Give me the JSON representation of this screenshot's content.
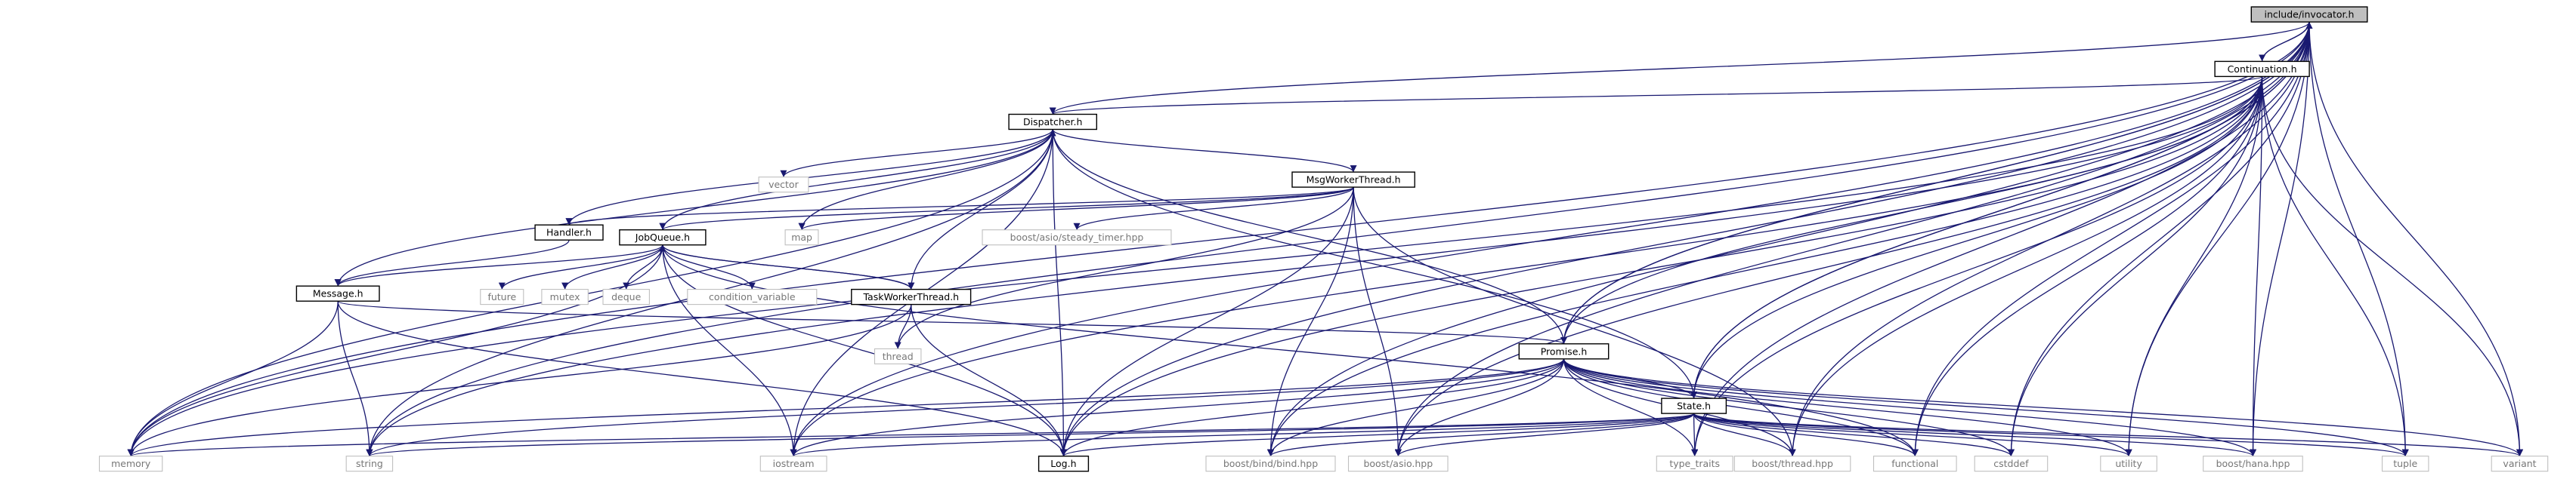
{
  "graph": {
    "focus": "include/invocator.h",
    "nodes": [
      {
        "id": "invocator",
        "label": "include/invocator.h",
        "kind": "focus"
      },
      {
        "id": "continuation",
        "label": "Continuation.h",
        "kind": "project"
      },
      {
        "id": "dispatcher",
        "label": "Dispatcher.h",
        "kind": "project"
      },
      {
        "id": "msgworker",
        "label": "MsgWorkerThread.h",
        "kind": "project"
      },
      {
        "id": "handler",
        "label": "Handler.h",
        "kind": "project"
      },
      {
        "id": "jobqueue",
        "label": "JobQueue.h",
        "kind": "project"
      },
      {
        "id": "message",
        "label": "Message.h",
        "kind": "project"
      },
      {
        "id": "taskworker",
        "label": "TaskWorkerThread.h",
        "kind": "project"
      },
      {
        "id": "promise",
        "label": "Promise.h",
        "kind": "project"
      },
      {
        "id": "state",
        "label": "State.h",
        "kind": "project"
      },
      {
        "id": "log",
        "label": "Log.h",
        "kind": "project"
      },
      {
        "id": "vector",
        "label": "vector",
        "kind": "system"
      },
      {
        "id": "map",
        "label": "map",
        "kind": "system"
      },
      {
        "id": "steadytimer",
        "label": "boost/asio/steady_timer.hpp",
        "kind": "system"
      },
      {
        "id": "future",
        "label": "future",
        "kind": "system"
      },
      {
        "id": "mutex",
        "label": "mutex",
        "kind": "system"
      },
      {
        "id": "deque",
        "label": "deque",
        "kind": "system"
      },
      {
        "id": "condvar",
        "label": "condition_variable",
        "kind": "system"
      },
      {
        "id": "thread",
        "label": "thread",
        "kind": "system"
      },
      {
        "id": "memory",
        "label": "memory",
        "kind": "system"
      },
      {
        "id": "string",
        "label": "string",
        "kind": "system"
      },
      {
        "id": "iostream",
        "label": "iostream",
        "kind": "system"
      },
      {
        "id": "bind",
        "label": "boost/bind/bind.hpp",
        "kind": "system"
      },
      {
        "id": "asio",
        "label": "boost/asio.hpp",
        "kind": "system"
      },
      {
        "id": "typetraits",
        "label": "type_traits",
        "kind": "system"
      },
      {
        "id": "boostthread",
        "label": "boost/thread.hpp",
        "kind": "system"
      },
      {
        "id": "functional",
        "label": "functional",
        "kind": "system"
      },
      {
        "id": "cstddef",
        "label": "cstddef",
        "kind": "system"
      },
      {
        "id": "utility",
        "label": "utility",
        "kind": "system"
      },
      {
        "id": "hana",
        "label": "boost/hana.hpp",
        "kind": "system"
      },
      {
        "id": "tuple",
        "label": "tuple",
        "kind": "system"
      },
      {
        "id": "variant",
        "label": "variant",
        "kind": "system"
      }
    ],
    "edges": [
      [
        "invocator",
        "continuation"
      ],
      [
        "invocator",
        "dispatcher"
      ],
      [
        "invocator",
        "promise"
      ],
      [
        "invocator",
        "state"
      ],
      [
        "invocator",
        "memory"
      ],
      [
        "invocator",
        "string"
      ],
      [
        "invocator",
        "iostream"
      ],
      [
        "invocator",
        "log"
      ],
      [
        "invocator",
        "bind"
      ],
      [
        "invocator",
        "asio"
      ],
      [
        "invocator",
        "typetraits"
      ],
      [
        "invocator",
        "boostthread"
      ],
      [
        "invocator",
        "functional"
      ],
      [
        "invocator",
        "cstddef"
      ],
      [
        "invocator",
        "utility"
      ],
      [
        "invocator",
        "hana"
      ],
      [
        "invocator",
        "tuple"
      ],
      [
        "invocator",
        "variant"
      ],
      [
        "continuation",
        "invocator"
      ],
      [
        "continuation",
        "dispatcher"
      ],
      [
        "continuation",
        "promise"
      ],
      [
        "continuation",
        "state"
      ],
      [
        "continuation",
        "memory"
      ],
      [
        "continuation",
        "string"
      ],
      [
        "continuation",
        "iostream"
      ],
      [
        "continuation",
        "log"
      ],
      [
        "continuation",
        "bind"
      ],
      [
        "continuation",
        "asio"
      ],
      [
        "continuation",
        "typetraits"
      ],
      [
        "continuation",
        "boostthread"
      ],
      [
        "continuation",
        "functional"
      ],
      [
        "continuation",
        "cstddef"
      ],
      [
        "continuation",
        "utility"
      ],
      [
        "continuation",
        "hana"
      ],
      [
        "continuation",
        "tuple"
      ],
      [
        "continuation",
        "variant"
      ],
      [
        "dispatcher",
        "msgworker"
      ],
      [
        "dispatcher",
        "handler"
      ],
      [
        "dispatcher",
        "jobqueue"
      ],
      [
        "dispatcher",
        "message"
      ],
      [
        "dispatcher",
        "taskworker"
      ],
      [
        "dispatcher",
        "vector"
      ],
      [
        "dispatcher",
        "map"
      ],
      [
        "dispatcher",
        "memory"
      ],
      [
        "dispatcher",
        "string"
      ],
      [
        "dispatcher",
        "iostream"
      ],
      [
        "dispatcher",
        "log"
      ],
      [
        "dispatcher",
        "state"
      ],
      [
        "msgworker",
        "handler"
      ],
      [
        "msgworker",
        "jobqueue"
      ],
      [
        "msgworker",
        "map"
      ],
      [
        "msgworker",
        "steadytimer"
      ],
      [
        "msgworker",
        "thread"
      ],
      [
        "msgworker",
        "log"
      ],
      [
        "msgworker",
        "bind"
      ],
      [
        "msgworker",
        "asio"
      ],
      [
        "msgworker",
        "boostthread"
      ],
      [
        "handler",
        "message"
      ],
      [
        "jobqueue",
        "message"
      ],
      [
        "jobqueue",
        "taskworker"
      ],
      [
        "jobqueue",
        "future"
      ],
      [
        "jobqueue",
        "mutex"
      ],
      [
        "jobqueue",
        "deque"
      ],
      [
        "jobqueue",
        "condvar"
      ],
      [
        "jobqueue",
        "memory"
      ],
      [
        "jobqueue",
        "iostream"
      ],
      [
        "jobqueue",
        "log"
      ],
      [
        "jobqueue",
        "functional"
      ],
      [
        "message",
        "promise"
      ],
      [
        "message",
        "memory"
      ],
      [
        "message",
        "string"
      ],
      [
        "message",
        "log"
      ],
      [
        "taskworker",
        "jobqueue"
      ],
      [
        "taskworker",
        "thread"
      ],
      [
        "taskworker",
        "log"
      ],
      [
        "taskworker",
        "memory"
      ],
      [
        "promise",
        "invocator"
      ],
      [
        "promise",
        "dispatcher"
      ],
      [
        "promise",
        "state"
      ],
      [
        "promise",
        "memory"
      ],
      [
        "promise",
        "string"
      ],
      [
        "promise",
        "iostream"
      ],
      [
        "promise",
        "log"
      ],
      [
        "promise",
        "bind"
      ],
      [
        "promise",
        "asio"
      ],
      [
        "promise",
        "typetraits"
      ],
      [
        "promise",
        "boostthread"
      ],
      [
        "promise",
        "functional"
      ],
      [
        "promise",
        "cstddef"
      ],
      [
        "promise",
        "utility"
      ],
      [
        "promise",
        "hana"
      ],
      [
        "promise",
        "tuple"
      ],
      [
        "promise",
        "variant"
      ],
      [
        "state",
        "invocator"
      ],
      [
        "state",
        "memory"
      ],
      [
        "state",
        "string"
      ],
      [
        "state",
        "iostream"
      ],
      [
        "state",
        "log"
      ],
      [
        "state",
        "bind"
      ],
      [
        "state",
        "asio"
      ],
      [
        "state",
        "typetraits"
      ],
      [
        "state",
        "boostthread"
      ],
      [
        "state",
        "functional"
      ],
      [
        "state",
        "cstddef"
      ],
      [
        "state",
        "utility"
      ],
      [
        "state",
        "hana"
      ],
      [
        "state",
        "tuple"
      ],
      [
        "state",
        "variant"
      ]
    ]
  },
  "colors": {
    "edge": "#191970",
    "project_border": "#000000",
    "system_border": "#bfbfbf",
    "focus_fill": "#bfbfbf",
    "system_text": "#777777",
    "background": "#ffffff"
  }
}
